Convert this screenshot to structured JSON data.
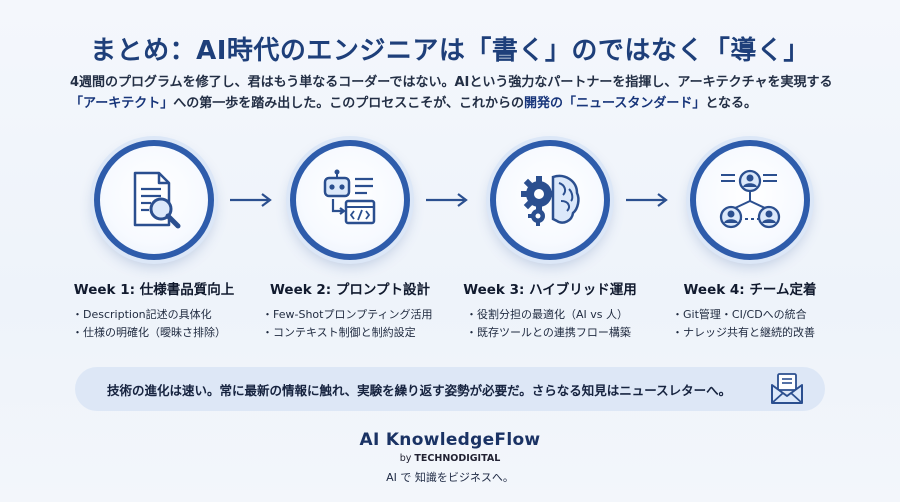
{
  "title": "まとめ：AI時代のエンジニアは「書く」のではなく「導く」",
  "intro": {
    "p1": "4週間のプログラムを修了し、君はもう単なるコーダーではない。AIという強力なパートナーを指揮し、アーキテクチャを実現する",
    "hl1": "「アーキテクト」",
    "p2": "への第一歩を踏み出した。このプロセスこそが、これからの",
    "hl2": "開発の「ニュースタンダード」",
    "p3": "となる。"
  },
  "weeks": [
    {
      "title": "Week 1: 仕様書品質向上",
      "icon": "document-search-icon",
      "items": [
        "Description記述の具体化",
        "仕様の明確化（曖昧さ排除）"
      ]
    },
    {
      "title": "Week 2: プロンプト設計",
      "icon": "robot-code-icon",
      "items": [
        "Few-Shotプロンプティング活用",
        "コンテキスト制御と制約設定"
      ]
    },
    {
      "title": "Week 3: ハイブリッド運用",
      "icon": "gear-brain-icon",
      "items": [
        "役割分担の最適化（AI vs 人）",
        "既存ツールとの連携フロー構築"
      ]
    },
    {
      "title": "Week 4: チーム定着",
      "icon": "team-network-icon",
      "items": [
        "Git管理・CI/CDへの統合",
        "ナレッジ共有と継続的改善"
      ]
    }
  ],
  "banner": {
    "text": "技術の進化は速い。常に最新の情報に触れ、実験を繰り返す姿勢が必要だ。さらなる知見はニュースレターへ。",
    "icon": "newsletter-mail-icon"
  },
  "brand": {
    "name": "AI KnowledgeFlow",
    "by_prefix": "by",
    "by_name": "TECHNODIGITAL",
    "tagline": "AI で 知識をビジネスへ。"
  },
  "colors": {
    "primary": "#2e5cab",
    "title": "#1e3f7a",
    "banner_bg": "#dde7f6"
  }
}
